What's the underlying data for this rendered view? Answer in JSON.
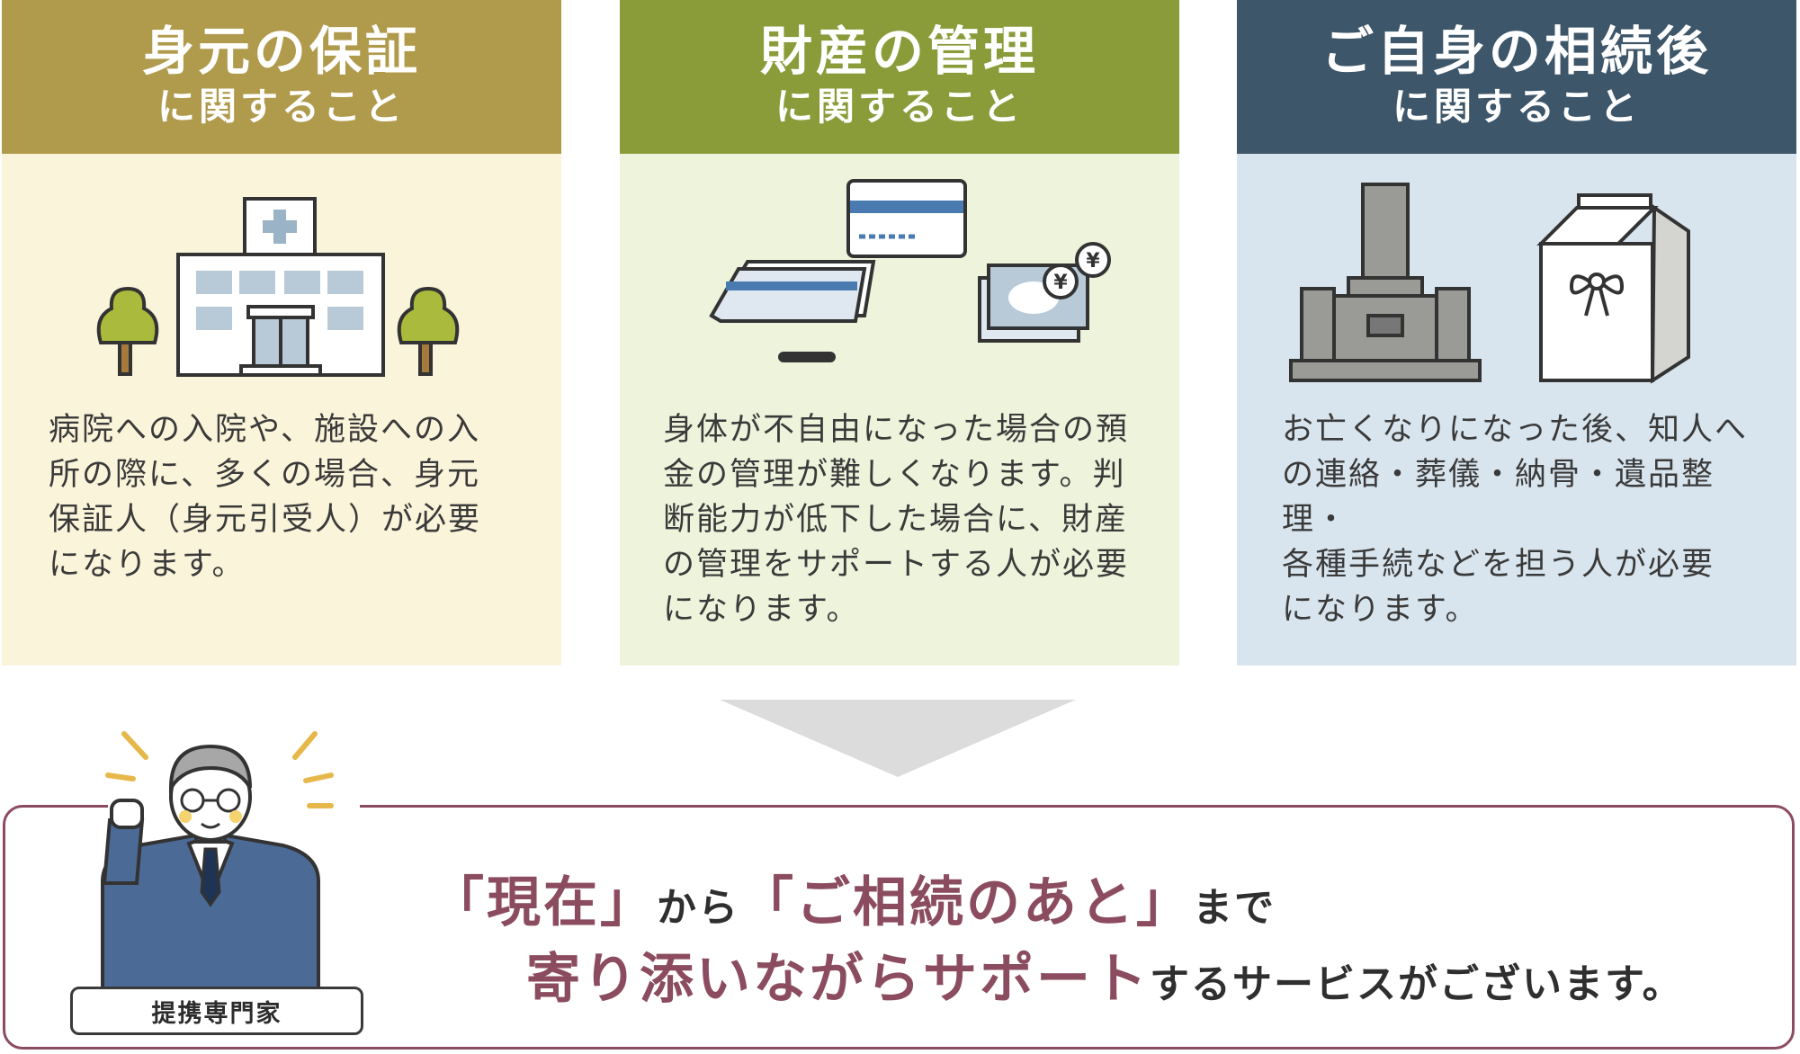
{
  "colors": {
    "card1_header": "#b09a4c",
    "card1_body": "#faf4da",
    "card2_header": "#8a9c3a",
    "card2_body": "#eef3dc",
    "card3_header": "#3d5669",
    "card3_body": "#d9e5ee",
    "accent": "#8b4c5f"
  },
  "cards": [
    {
      "title": "身元の保証",
      "subtitle": "に関すること",
      "icon": "hospital-icon",
      "lines": [
        "病院への入院や、施設への入",
        "所の際に、多くの場合、身元",
        "保証人（身元引受人）が必要",
        "になります。"
      ]
    },
    {
      "title": "財産の管理",
      "subtitle": "に関すること",
      "icon": "bankbook-money-icon",
      "lines": [
        "身体が不自由になった場合の預",
        "金の管理が難しくなります。判",
        "断能力が低下した場合に、財産",
        "の管理をサポートする人が必要",
        "になります。"
      ]
    },
    {
      "title": "ご自身の相続後",
      "subtitle": "に関すること",
      "icon": "grave-urn-icon",
      "lines": [
        "お亡くなりになった後、知人へ",
        "の連絡・葬儀・納骨・遺品整理・",
        "各種手続などを担う人が必要",
        "になります。"
      ]
    }
  ],
  "expert_label": "提携専門家",
  "message": {
    "line1": [
      {
        "text": "「現在」",
        "style": "highlight"
      },
      {
        "text": "から",
        "style": "plain"
      },
      {
        "text": "「ご相続のあと」",
        "style": "highlight"
      },
      {
        "text": "まで",
        "style": "plain"
      }
    ],
    "line2": [
      {
        "text": "寄り添いながらサポート",
        "style": "highlight"
      },
      {
        "text": "するサービスがございます。",
        "style": "plain"
      }
    ]
  }
}
